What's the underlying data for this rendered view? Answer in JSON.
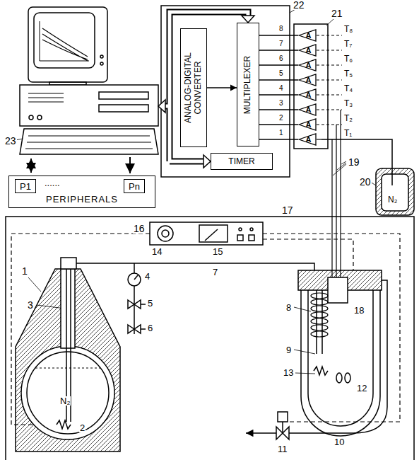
{
  "diagram": {
    "nodes": [
      {
        "text": [
          "ANALOG-DIGITAL CONVERTER"
        ]
      },
      {
        "text": [
          "MULTIPLEXER"
        ]
      },
      {
        "text": [
          "TIMER"
        ]
      },
      {
        "text": [
          "A"
        ]
      },
      {
        "text": [
          "A"
        ]
      },
      {
        "text": [
          "A"
        ]
      },
      {
        "text": [
          "A"
        ]
      },
      {
        "text": [
          "A"
        ]
      },
      {
        "text": [
          "A"
        ]
      },
      {
        "text": [
          "A"
        ]
      },
      {
        "text": [
          "A"
        ]
      },
      {
        "text": [
          "PERIPHERALS"
        ]
      },
      {
        "text": [
          "P1"
        ],
        "in": 11
      },
      {
        "text": [
          "Pn"
        ],
        "in": 11
      }
    ],
    "edges": [
      {
        "from": 0,
        "to": 1,
        "arrow": "to"
      },
      {
        "from": 3,
        "to": 1,
        "arrow": "none"
      },
      {
        "from": 4,
        "to": 1,
        "arrow": "none"
      },
      {
        "from": 5,
        "to": 1,
        "arrow": "none"
      },
      {
        "from": 6,
        "to": 1,
        "arrow": "none"
      },
      {
        "from": 7,
        "to": 1,
        "arrow": "none"
      },
      {
        "from": 8,
        "to": 1,
        "arrow": "none"
      },
      {
        "from": 9,
        "to": 1,
        "arrow": "none"
      },
      {
        "from": 10,
        "to": 1,
        "arrow": "none"
      }
    ],
    "labels": [
      "23",
      "22",
      "8",
      "7",
      "6",
      "5",
      "4",
      "3",
      "2",
      "1",
      "21",
      "T₈",
      "T₇",
      "T₆",
      "T₅",
      "T₄",
      "T₃",
      "T₂",
      "T₁",
      "......",
      "19",
      "20",
      "N₂",
      "17",
      "16",
      "14",
      "15",
      "1",
      "3",
      "4",
      "5",
      "6",
      "7",
      "18",
      "8",
      "9",
      "13",
      "12",
      "10",
      "11",
      "2",
      "N₂"
    ]
  }
}
